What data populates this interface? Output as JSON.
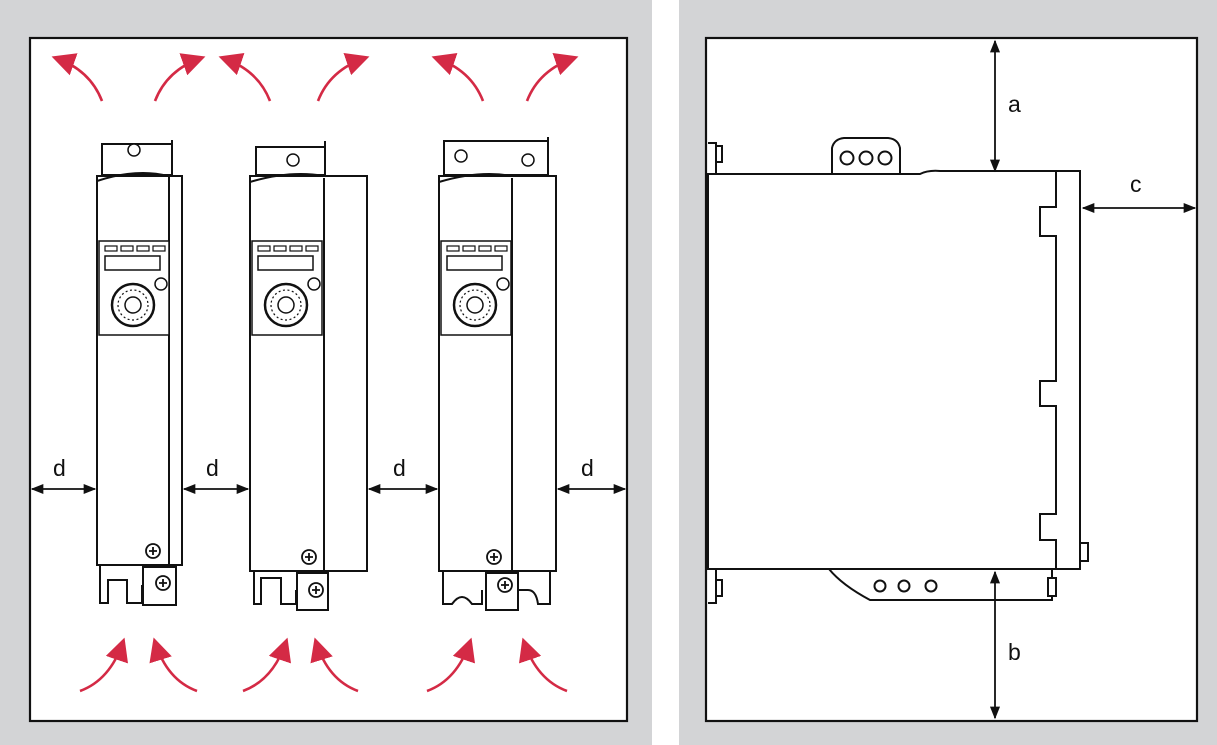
{
  "front_view": {
    "clearance_labels": [
      "d",
      "d",
      "d",
      "d"
    ]
  },
  "side_view": {
    "clearance_labels": {
      "top": "a",
      "bottom": "b",
      "side": "c"
    }
  },
  "colors": {
    "panel_background": "#d3d4d6",
    "airflow_arrow": "#d42a45",
    "outline": "#111111"
  }
}
